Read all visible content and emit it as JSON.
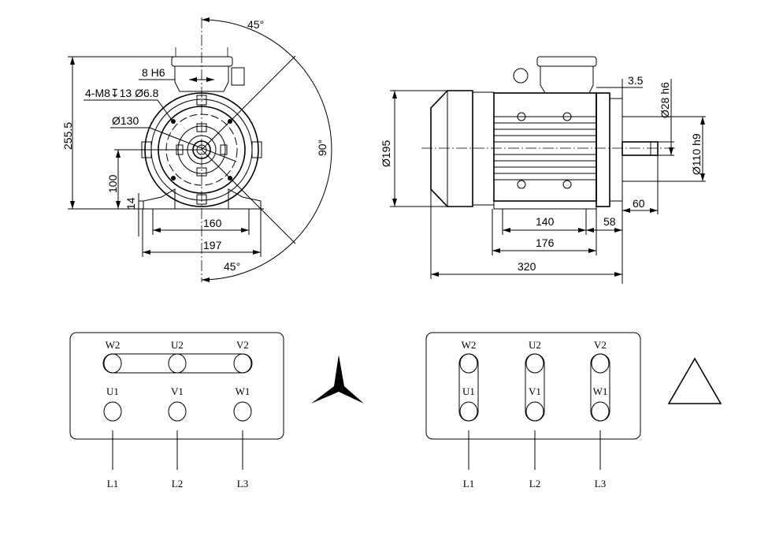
{
  "front_view": {
    "dims": {
      "height": "255.5",
      "shaft_height": "100",
      "foot_thickness": "14",
      "foot_hole_spacing": "160",
      "foot_width": "197",
      "key": "8 H6",
      "flange_holes": "4-M8↧13 Ø6.8",
      "flange_pcd": "Ø130",
      "angle_top": "45°",
      "angle_bottom": "45°",
      "angle_span": "90°"
    }
  },
  "side_view": {
    "dims": {
      "fan_diameter": "Ø195",
      "shaft_diameter": "Ø28 h6",
      "spigot_diameter": "Ø110 h9",
      "spigot_depth": "3.5",
      "shaft_length": "60",
      "foot_hole_distance": "140",
      "foot_length": "176",
      "flange_to_foot": "58",
      "overall_length": "320"
    }
  },
  "star_connection": {
    "top_terminals": [
      "W2",
      "U2",
      "V2"
    ],
    "bottom_terminals": [
      "U1",
      "V1",
      "W1"
    ],
    "lines": [
      "L1",
      "L2",
      "L3"
    ],
    "symbol": "star"
  },
  "delta_connection": {
    "top_terminals": [
      "W2",
      "U2",
      "V2"
    ],
    "bottom_terminals": [
      "U1",
      "V1",
      "W1"
    ],
    "lines": [
      "L1",
      "L2",
      "L3"
    ],
    "symbol": "delta"
  }
}
